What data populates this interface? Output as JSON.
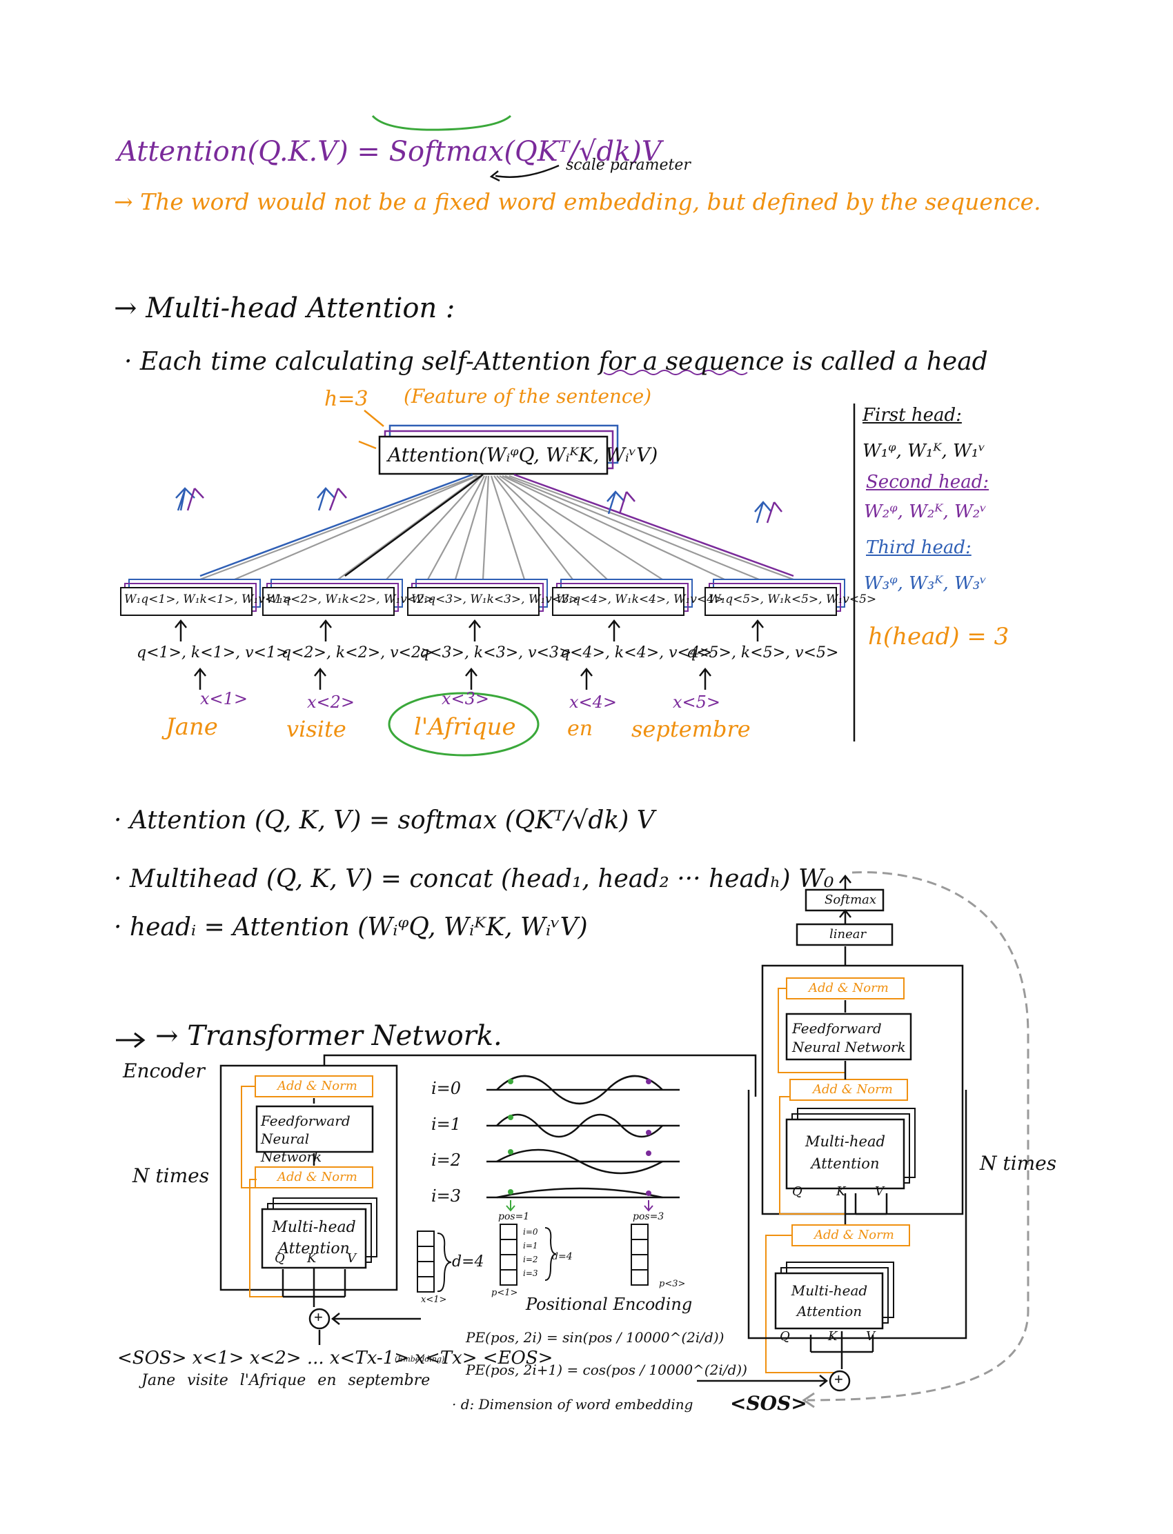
{
  "top": {
    "formula": "Attention(Q.K.V) = Softmax(QKᵀ/√dk)V",
    "scale_note": "scale parameter",
    "remark": "→ The word would not be a fixed word embedding, but defined by the sequence."
  },
  "mha": {
    "heading": "→ Multi-head Attention :",
    "def_prefix": "· Each time calculating self-Attention for ",
    "def_underlined": "a sequence",
    "def_suffix": " is called a head",
    "h_label": "h=3",
    "feature_note": "(Feature of the sentence)",
    "attention_box": "Attention(WᵢᵠQ, WᵢᴷK, WᵢᵛV)",
    "proj_boxes": [
      "W₁q<1>, W₁k<1>, W₁v<1>",
      "W₁q<2>, W₁k<2>, W₁v<2>",
      "W₁q<3>, W₁k<3>, W₁v<3>",
      "W₁q<4>, W₁k<4>, W₁v<4>",
      "W₁q<5>, W₁k<5>, W₁v<5>"
    ],
    "qkv": [
      "q<1>, k<1>, v<1>",
      "q<2>, k<2>, v<2>",
      "q<3>, k<3>, v<3>",
      "q<4>, k<4>, v<4>",
      "q<5>, k<5>, v<5>"
    ],
    "x": [
      "x<1>",
      "x<2>",
      "x<3>",
      "x<4>",
      "x<5>"
    ],
    "words": [
      "Jane",
      "visite",
      "l'Afrique",
      "en",
      "septembre"
    ],
    "heads": {
      "first_title": "First head:",
      "first_weights": "W₁ᵠ, W₁ᴷ, W₁ᵛ",
      "second_title": "Second head:",
      "second_weights": "W₂ᵠ, W₂ᴷ, W₂ᵛ",
      "third_title": "Third head:",
      "third_weights": "W₃ᵠ, W₃ᴷ, W₃ᵛ",
      "count": "h(head) = 3"
    }
  },
  "formulas": {
    "attention": "· Attention (Q, K, V) = softmax (QKᵀ/√dk) V",
    "multihead": "· Multihead (Q, K, V) = concat (head₁, head₂ ··· headₕ) W₀",
    "head_i": "· headᵢ = Attention (WᵢᵠQ, WᵢᴷK, WᵢᵛV)"
  },
  "transformer": {
    "heading": "→ Transformer Network.",
    "encoder_label": "Encoder",
    "n_times_left": "N times",
    "n_times_right": "N times",
    "add_norm": "Add & Norm",
    "feedforward": "Feedforward Neural Network",
    "multi_head": "Multi-head Attention",
    "q": "Q",
    "k": "K",
    "v": "V",
    "softmax": "Softmax",
    "linear": "linear",
    "plus": "+",
    "input_tokens": "<SOS> x<1> x<2> ... x<Tx-1> x<Tx> <EOS>",
    "embedding_note": "(Embedding)",
    "input_words": "Jane  visite  l'Afrique  en  septembre",
    "sos_out": "<SOS>",
    "i_labels": [
      "i=0",
      "i=1",
      "i=2",
      "i=3"
    ],
    "pos1": "pos=1",
    "pos3": "pos=3",
    "d4": "d=4",
    "x1": "x<1>",
    "p1": "p<1>",
    "p3": "p<3>",
    "vec_i": [
      "i=0",
      "i=1",
      "i=2",
      "i=3"
    ],
    "pe_title": "Positional Encoding",
    "pe_sin": "PE(pos, 2i) = sin(pos / 10000^(2i/d))",
    "pe_cos": "PE(pos, 2i+1) = cos(pos / 10000^(2i/d))",
    "d_note": "· d: Dimension of word embedding"
  },
  "colors": {
    "purple": "#7a2a9a",
    "orange": "#f0900f",
    "blue": "#2f5fb5",
    "green": "#3aa83a",
    "gray": "#9a9a9a"
  }
}
